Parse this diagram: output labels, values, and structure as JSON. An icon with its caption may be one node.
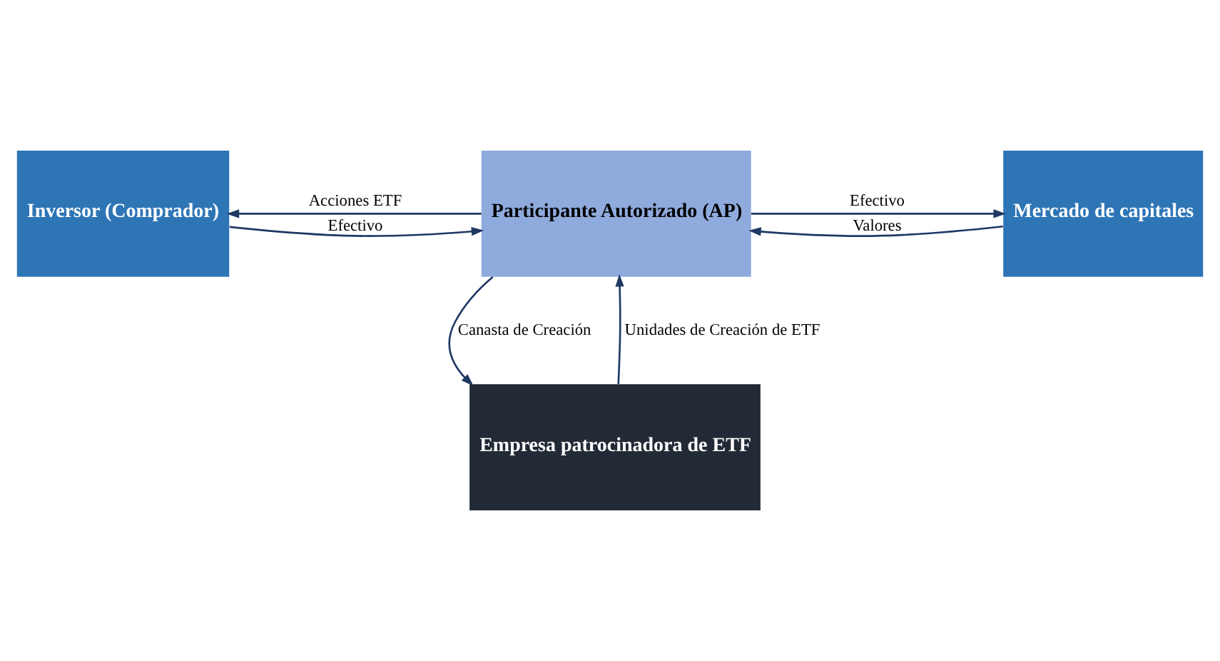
{
  "diagram": {
    "nodes": [
      {
        "text": [
          "Inversor (Comprador)"
        ]
      },
      {
        "text": [
          "Participante Autorizado (AP)"
        ]
      },
      {
        "text": [
          "Mercado de capitales"
        ]
      },
      {
        "text": [
          "Empresa patrocinadora de ETF"
        ]
      }
    ],
    "edges": [
      {
        "from": 0,
        "to": 1,
        "arrow": "to",
        "label": "Efectivo"
      },
      {
        "from": 1,
        "to": 0,
        "arrow": "to",
        "label": "Acciones ETF"
      },
      {
        "from": 1,
        "to": 2,
        "arrow": "to",
        "label": "Efectivo"
      },
      {
        "from": 2,
        "to": 1,
        "arrow": "to",
        "label": "Valores"
      },
      {
        "from": 1,
        "to": 3,
        "arrow": "to",
        "label": "Canasta de Creación"
      },
      {
        "from": 3,
        "to": 1,
        "arrow": "to",
        "label": "Unidades de Creación de ETF"
      }
    ]
  }
}
